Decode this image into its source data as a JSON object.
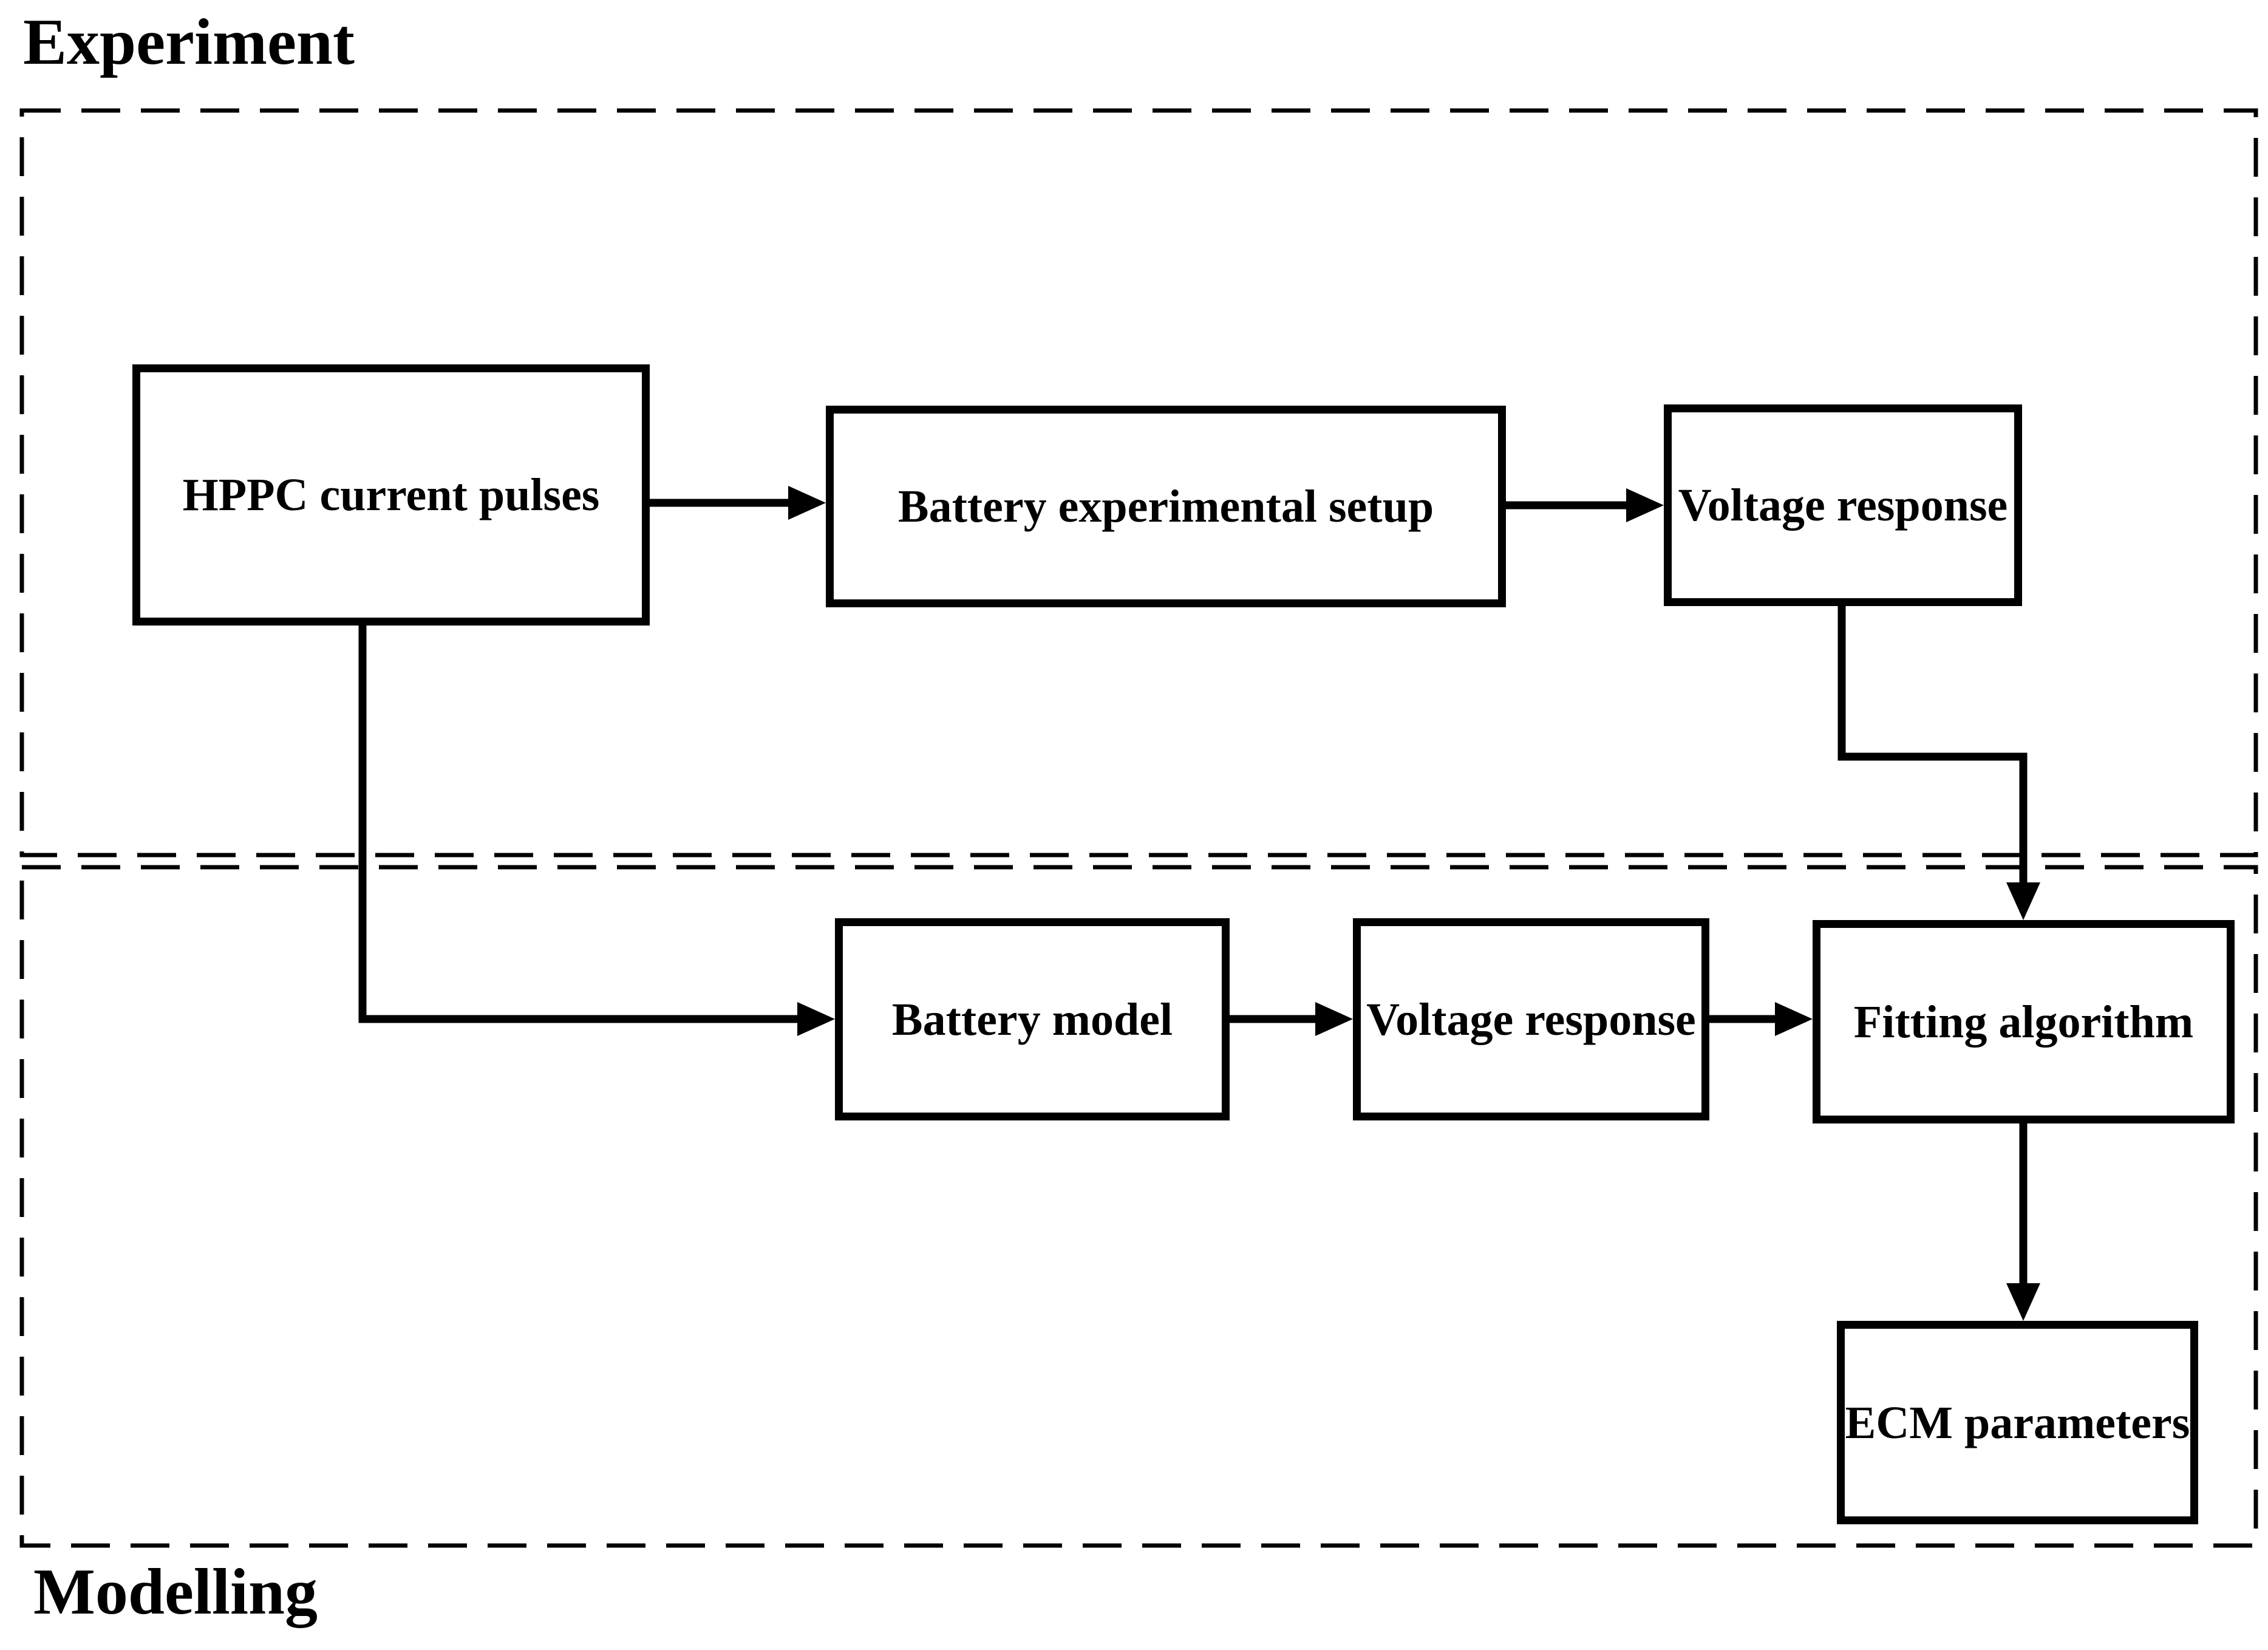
{
  "figure": {
    "type": "flowchart",
    "background_color": "#ffffff",
    "line_color": "#000000",
    "text_color": "#000000",
    "sections": [
      {
        "id": "experiment",
        "label": "Experiment"
      },
      {
        "id": "modelling",
        "label": "Modelling"
      }
    ],
    "nodes": [
      {
        "id": "hppc-current-pulses",
        "label": "HPPC current pulses",
        "section": "experiment"
      },
      {
        "id": "battery-experimental-setup",
        "label": "Battery experimental setup",
        "section": "experiment"
      },
      {
        "id": "voltage-response-experiment",
        "label": "Voltage response",
        "section": "experiment"
      },
      {
        "id": "battery-model",
        "label": "Battery model",
        "section": "modelling"
      },
      {
        "id": "voltage-response-model",
        "label": "Voltage response",
        "section": "modelling"
      },
      {
        "id": "fitting-algorithm",
        "label": "Fitting algorithm",
        "section": "modelling"
      },
      {
        "id": "ecm-parameters",
        "label": "ECM parameters",
        "section": "modelling"
      }
    ],
    "edges": [
      {
        "from": "hppc-current-pulses",
        "to": "battery-experimental-setup"
      },
      {
        "from": "battery-experimental-setup",
        "to": "voltage-response-experiment"
      },
      {
        "from": "voltage-response-experiment",
        "to": "fitting-algorithm"
      },
      {
        "from": "hppc-current-pulses",
        "to": "battery-model"
      },
      {
        "from": "battery-model",
        "to": "voltage-response-model"
      },
      {
        "from": "voltage-response-model",
        "to": "fitting-algorithm"
      },
      {
        "from": "fitting-algorithm",
        "to": "ecm-parameters"
      }
    ]
  }
}
